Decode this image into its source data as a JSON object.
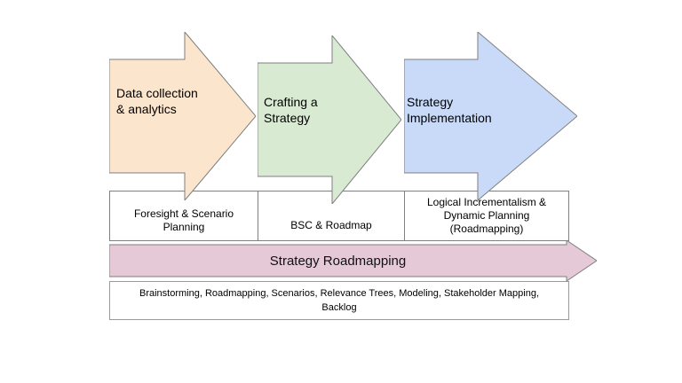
{
  "colors": {
    "orange": "#fce5cd",
    "green": "#d9ead3",
    "blue": "#c9daf8",
    "pink": "#e6c9d6",
    "outline": "#7f7f7f"
  },
  "stages": [
    {
      "label": "Data collection & analytics"
    },
    {
      "label": "Crafting a Strategy"
    },
    {
      "label": "Strategy Implementation"
    }
  ],
  "methods": [
    {
      "label": "Foresight & Scenario Planning"
    },
    {
      "label": "BSC & Roadmap"
    },
    {
      "label": "Logical Incrementalism & Dynamic Planning (Roadmapping)"
    }
  ],
  "banner": {
    "label": "Strategy Roadmapping"
  },
  "techniques": {
    "lines": [
      "Brainstorming, Roadmapping, Scenarios, Relevance Trees, Modeling, Stakeholder Mapping,",
      "Backlog"
    ]
  }
}
